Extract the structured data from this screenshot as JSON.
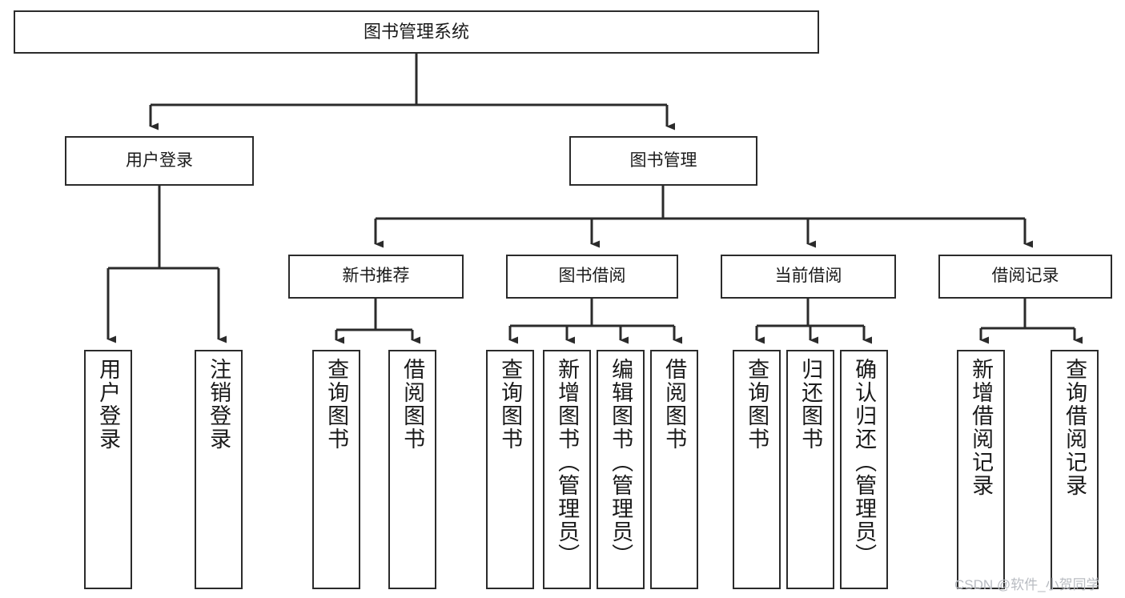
{
  "diagram": {
    "title": "图书管理系统",
    "type": "tree",
    "root": {
      "id": "root",
      "label": "图书管理系统"
    },
    "level2": [
      {
        "id": "user-login",
        "label": "用户登录"
      },
      {
        "id": "book-management",
        "label": "图书管理"
      }
    ],
    "level3": [
      {
        "id": "new-book-recommend",
        "label": "新书推荐",
        "parent": "book-management"
      },
      {
        "id": "book-borrow",
        "label": "图书借阅",
        "parent": "book-management"
      },
      {
        "id": "current-borrow",
        "label": "当前借阅",
        "parent": "book-management"
      },
      {
        "id": "borrow-record",
        "label": "借阅记录",
        "parent": "book-management"
      }
    ],
    "leaves": [
      {
        "id": "leaf-user-login",
        "label": "用户登录",
        "parent": "user-login"
      },
      {
        "id": "leaf-logout-login",
        "label": "注销登录",
        "parent": "user-login"
      },
      {
        "id": "leaf-query-book-1",
        "label": "查询图书",
        "parent": "new-book-recommend"
      },
      {
        "id": "leaf-borrow-book-1",
        "label": "借阅图书",
        "parent": "new-book-recommend"
      },
      {
        "id": "leaf-query-book-2",
        "label": "查询图书",
        "parent": "book-borrow"
      },
      {
        "id": "leaf-add-book",
        "label": "新增图书（管理员）",
        "parent": "book-borrow"
      },
      {
        "id": "leaf-edit-book",
        "label": "编辑图书（管理员）",
        "parent": "book-borrow"
      },
      {
        "id": "leaf-borrow-book-2",
        "label": "借阅图书",
        "parent": "book-borrow"
      },
      {
        "id": "leaf-query-book-3",
        "label": "查询图书",
        "parent": "current-borrow"
      },
      {
        "id": "leaf-return-book",
        "label": "归还图书",
        "parent": "current-borrow"
      },
      {
        "id": "leaf-confirm-return",
        "label": "确认归还（管理员）",
        "parent": "current-borrow"
      },
      {
        "id": "leaf-add-record",
        "label": "新增借阅记录",
        "parent": "borrow-record"
      },
      {
        "id": "leaf-query-record",
        "label": "查询借阅记录",
        "parent": "borrow-record"
      }
    ],
    "colors": {
      "box_border": "#2b2b2b",
      "box_fill": "#ffffff",
      "connector": "#2b2b2b",
      "text": "#1a1a1a",
      "watermark": "#b9bcc2",
      "background": "#ffffff"
    }
  },
  "watermark": {
    "text": "CSDN @软件_小贺同学"
  }
}
